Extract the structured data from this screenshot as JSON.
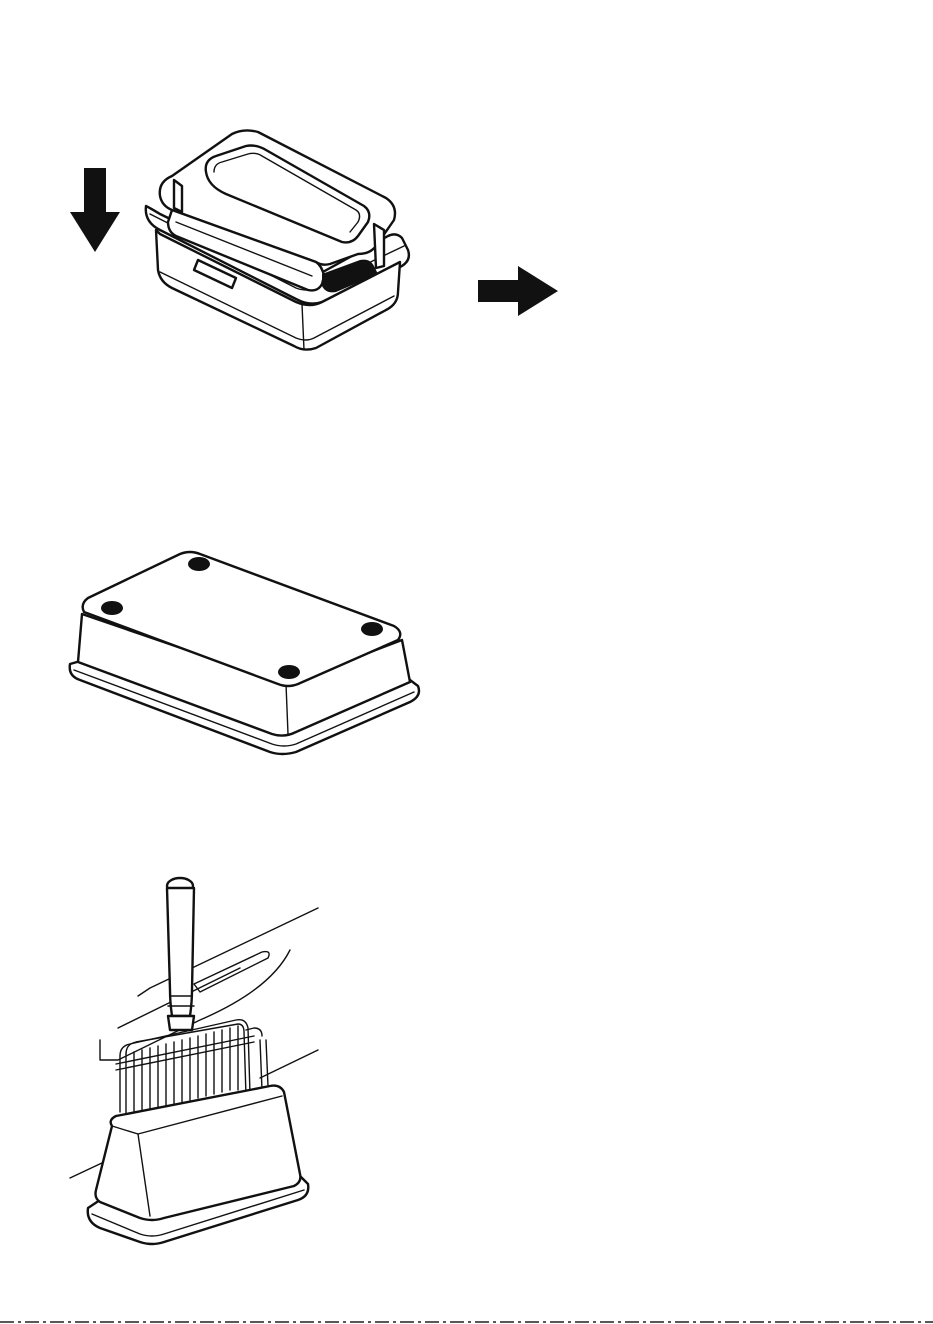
{
  "figures": [
    {
      "id": "litter-box-with-lid",
      "step": 1
    },
    {
      "id": "flipped-box-with-feet",
      "step": 2
    },
    {
      "id": "scoop-sifting-in-box",
      "step": 3
    }
  ],
  "icons": {
    "down_arrow": "down-arrow-icon",
    "right_arrow": "right-arrow-icon"
  },
  "colors": {
    "ink": "#111111",
    "paper": "#ffffff"
  }
}
